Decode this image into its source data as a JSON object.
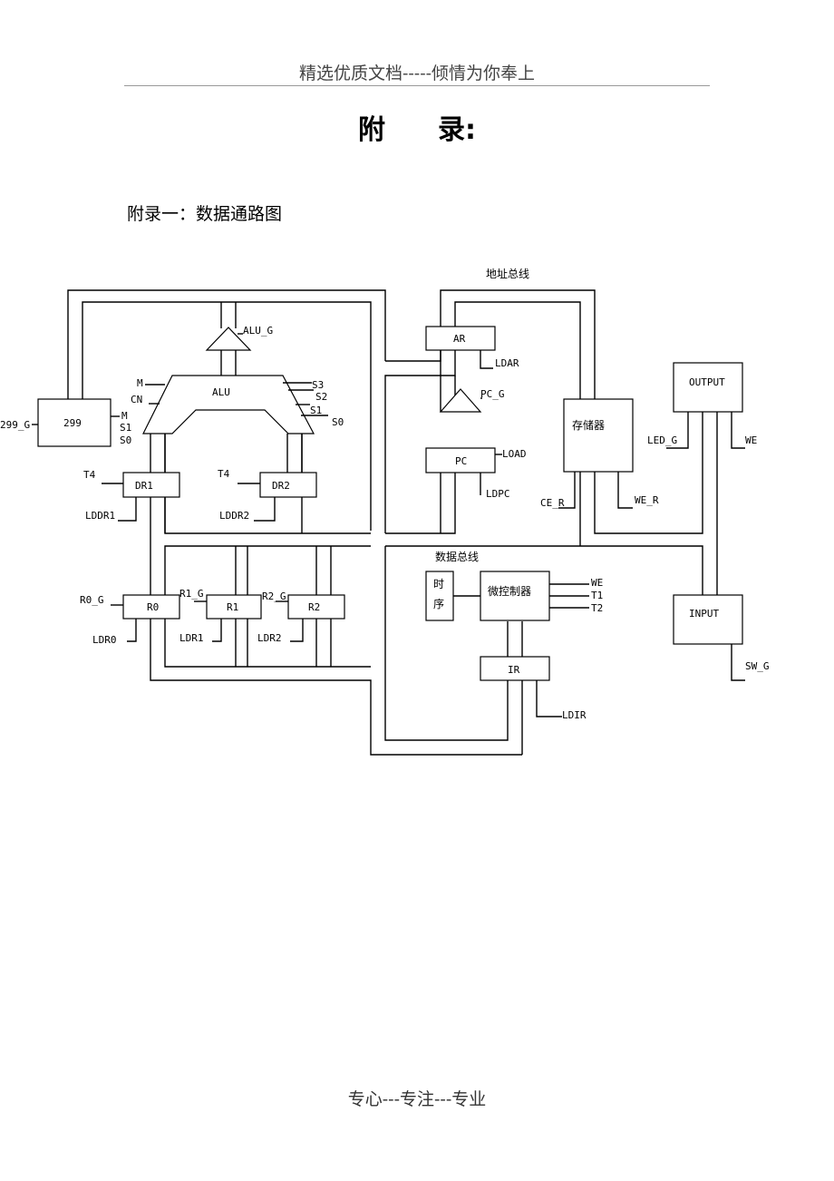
{
  "page": {
    "header": "精选优质文档-----倾情为你奉上",
    "title_part1": "附",
    "title_part2": "录:",
    "subtitle": "附录一：数据通路图",
    "footer": "专心---专注---专业"
  },
  "diagram": {
    "bus_labels": {
      "address_bus": "地址总线",
      "data_bus": "数据总线"
    },
    "blocks": {
      "alu": "ALU",
      "r299": "299",
      "dr1": "DR1",
      "dr2": "DR2",
      "r0": "R0",
      "r1": "R1",
      "r2": "R2",
      "ar": "AR",
      "pc": "PC",
      "memory": "存储器",
      "output": "OUTPUT",
      "input": "INPUT",
      "timing_1": "时",
      "timing_2": "序",
      "microcontroller": "微控制器",
      "ir": "IR"
    },
    "signals": {
      "alu_g": "ALU_G",
      "m1": "M",
      "cn": "CN",
      "s3": "S3",
      "s2": "S2",
      "s1a": "S1",
      "s0a": "S0",
      "g299": "299_G",
      "m2": "M",
      "s1b": "S1",
      "s0b": "S0",
      "t4a": "T4",
      "t4b": "T4",
      "lddr1": "LDDR1",
      "lddr2": "LDDR2",
      "r0_g": "R0_G",
      "r1_g": "R1_G",
      "r2_g": "R2_G",
      "ldr0": "LDR0",
      "ldr1": "LDR1",
      "ldr2": "LDR2",
      "ldar": "LDAR",
      "pc_g": "PC_G",
      "load": "LOAD",
      "ldpc": "LDPC",
      "ce_r": "CE_R",
      "we_r": "WE_R",
      "led_g": "LED_G",
      "we_out": "WE",
      "sw_g": "SW_G",
      "we_mc": "WE",
      "t1": "T1",
      "t2": "T2",
      "ldir": "LDIR"
    }
  }
}
